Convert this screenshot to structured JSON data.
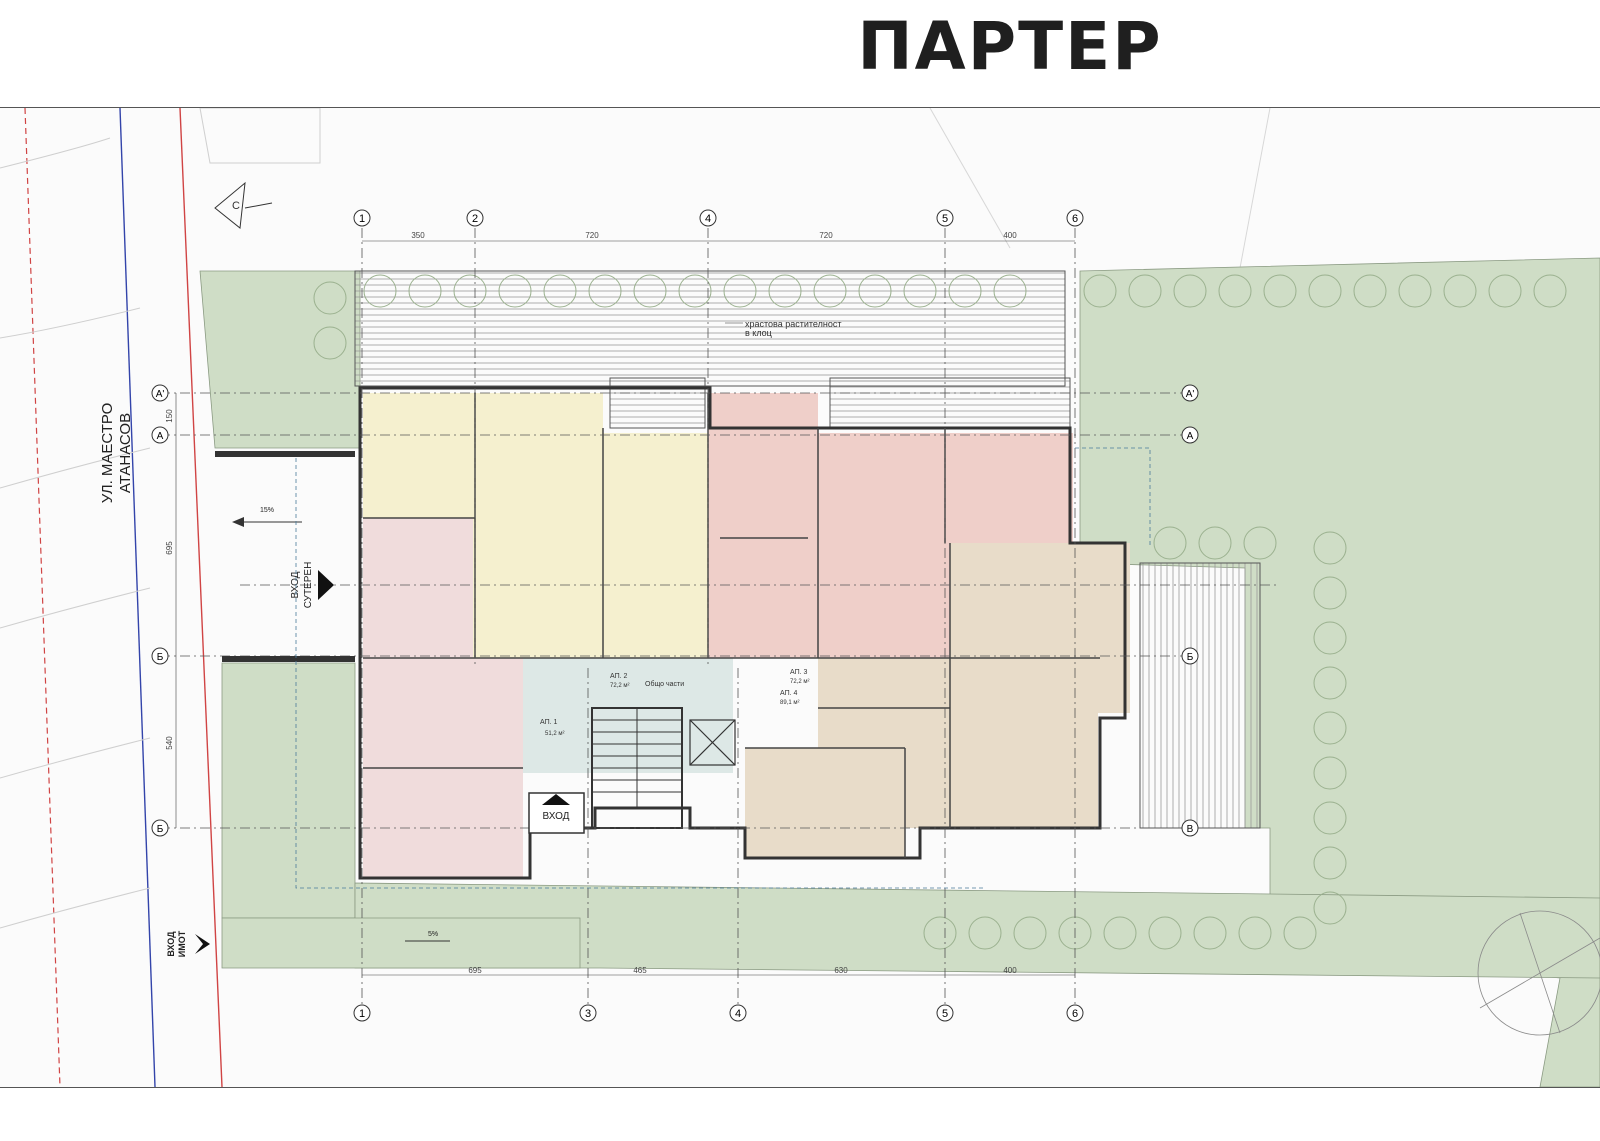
{
  "title": "ПАРТЕР",
  "street": {
    "line1": "УЛ. МАЕСТРО",
    "line2": "АТАНАСОВ"
  },
  "entrances": {
    "basement": {
      "line1": "ВХОД",
      "line2": "СУТЕРЕН"
    },
    "building": "ВХОД",
    "plot": {
      "line1": "ВХОД",
      "line2": "ИМОТ"
    }
  },
  "section_marker": "С",
  "grid_axes": {
    "top_numbers": [
      "1",
      "2",
      "4",
      "5",
      "6"
    ],
    "bottom_numbers": [
      "1",
      "3",
      "4",
      "5",
      "6"
    ],
    "left_letters": [
      "А'",
      "А",
      "Б",
      "Б"
    ],
    "right_letters": [
      "А'",
      "А",
      "Б",
      "В"
    ]
  },
  "dimensions": {
    "top": [
      "350",
      "720",
      "720",
      "400"
    ],
    "bottom": [
      "695",
      "465",
      "630",
      "400"
    ],
    "left": [
      "150",
      "695",
      "540"
    ]
  },
  "annotations": {
    "shrubs": "храстова растителност",
    "shrubs2": "в клоц",
    "common_area": "Общо части",
    "slope_left": "5%",
    "slope_top": "15%",
    "apt1": "АП. 1",
    "apt2": "АП. 2",
    "apt3": "АП. 3",
    "apt4": "АП. 4",
    "ap_area_2": "72,2 м²",
    "ap_area_3": "72,2 м²",
    "ap_area_4": "89,1 м²",
    "ap_area_1": "51,2 м²"
  },
  "colors": {
    "green": "#cfddc6",
    "apt_yellow": "#f5f0cf",
    "apt_pink_left": "#f0dcdc",
    "apt_pink_right": "#efcfc9",
    "apt_beige": "#e8dcc9",
    "common": "#dde8e6"
  }
}
